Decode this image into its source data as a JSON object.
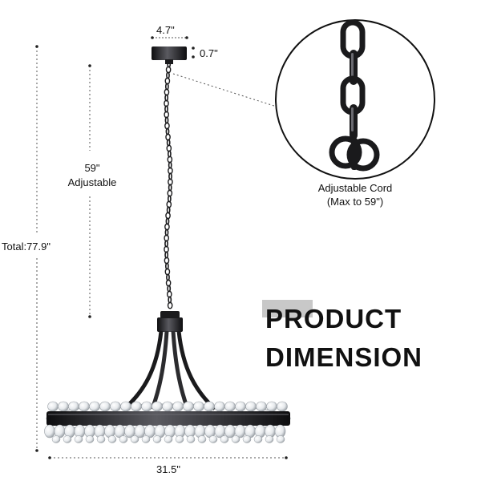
{
  "dimensions": {
    "canopy_width": "4.7\"",
    "canopy_height": "0.7\"",
    "cord_length": "59\"",
    "cord_note": "Adjustable",
    "total_label": "Total:",
    "total_value": "77.9\"",
    "ring_width": "31.5\""
  },
  "callout": {
    "line1": "Adjustable Cord",
    "line2": "(Max to 59\")"
  },
  "title": {
    "line1": "PRODUCT",
    "line2": "DIMENSION"
  },
  "colors": {
    "metal": "#1a1a1c",
    "metal_highlight": "#6a6a70",
    "crystal": "#e9ecef",
    "crystal_edge": "#9aa0a6",
    "dim_line": "#555555",
    "title_band": "#c8c8c8"
  }
}
